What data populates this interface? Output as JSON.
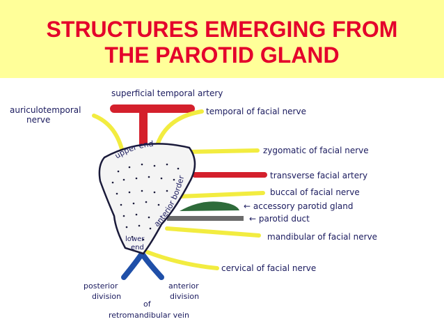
{
  "title": {
    "line1": "STRUCTURES EMERGING FROM",
    "line2": "THE PAROTID GLAND"
  },
  "colors": {
    "title": "#e4002b",
    "title_band": "#ffff99",
    "artery": "#d4202c",
    "nerve": "#f2ec40",
    "vein": "#1f4fa8",
    "accessory_gland": "#2e6b3a",
    "duct": "#6b6b6b",
    "label_ink": "#1a1a5e"
  },
  "labels": {
    "superficial_temporal_artery": "superficial temporal artery",
    "auriculotemporal_nerve_1": "auriculotemporal",
    "auriculotemporal_nerve_2": "nerve",
    "temporal_nerve": "temporal of facial nerve",
    "zygomatic_nerve": "zygomatic of facial nerve",
    "transverse_facial_artery": "transverse facial artery",
    "buccal_nerve": "buccal of facial nerve",
    "accessory_gland": "← accessory parotid gland",
    "parotid_duct": "← parotid duct",
    "mandibular_nerve": "mandibular of facial nerve",
    "cervical_nerve": "cervical of facial nerve",
    "upper_end": "upper end",
    "anterior_border": "anterior border",
    "lower_end_1": "lower",
    "lower_end_2": "end",
    "posterior_division_1": "posterior",
    "posterior_division_2": "division",
    "anterior_division_1": "anterior",
    "anterior_division_2": "division",
    "vein_of": "of",
    "retromandibular_vein": "retromandibular vein"
  }
}
